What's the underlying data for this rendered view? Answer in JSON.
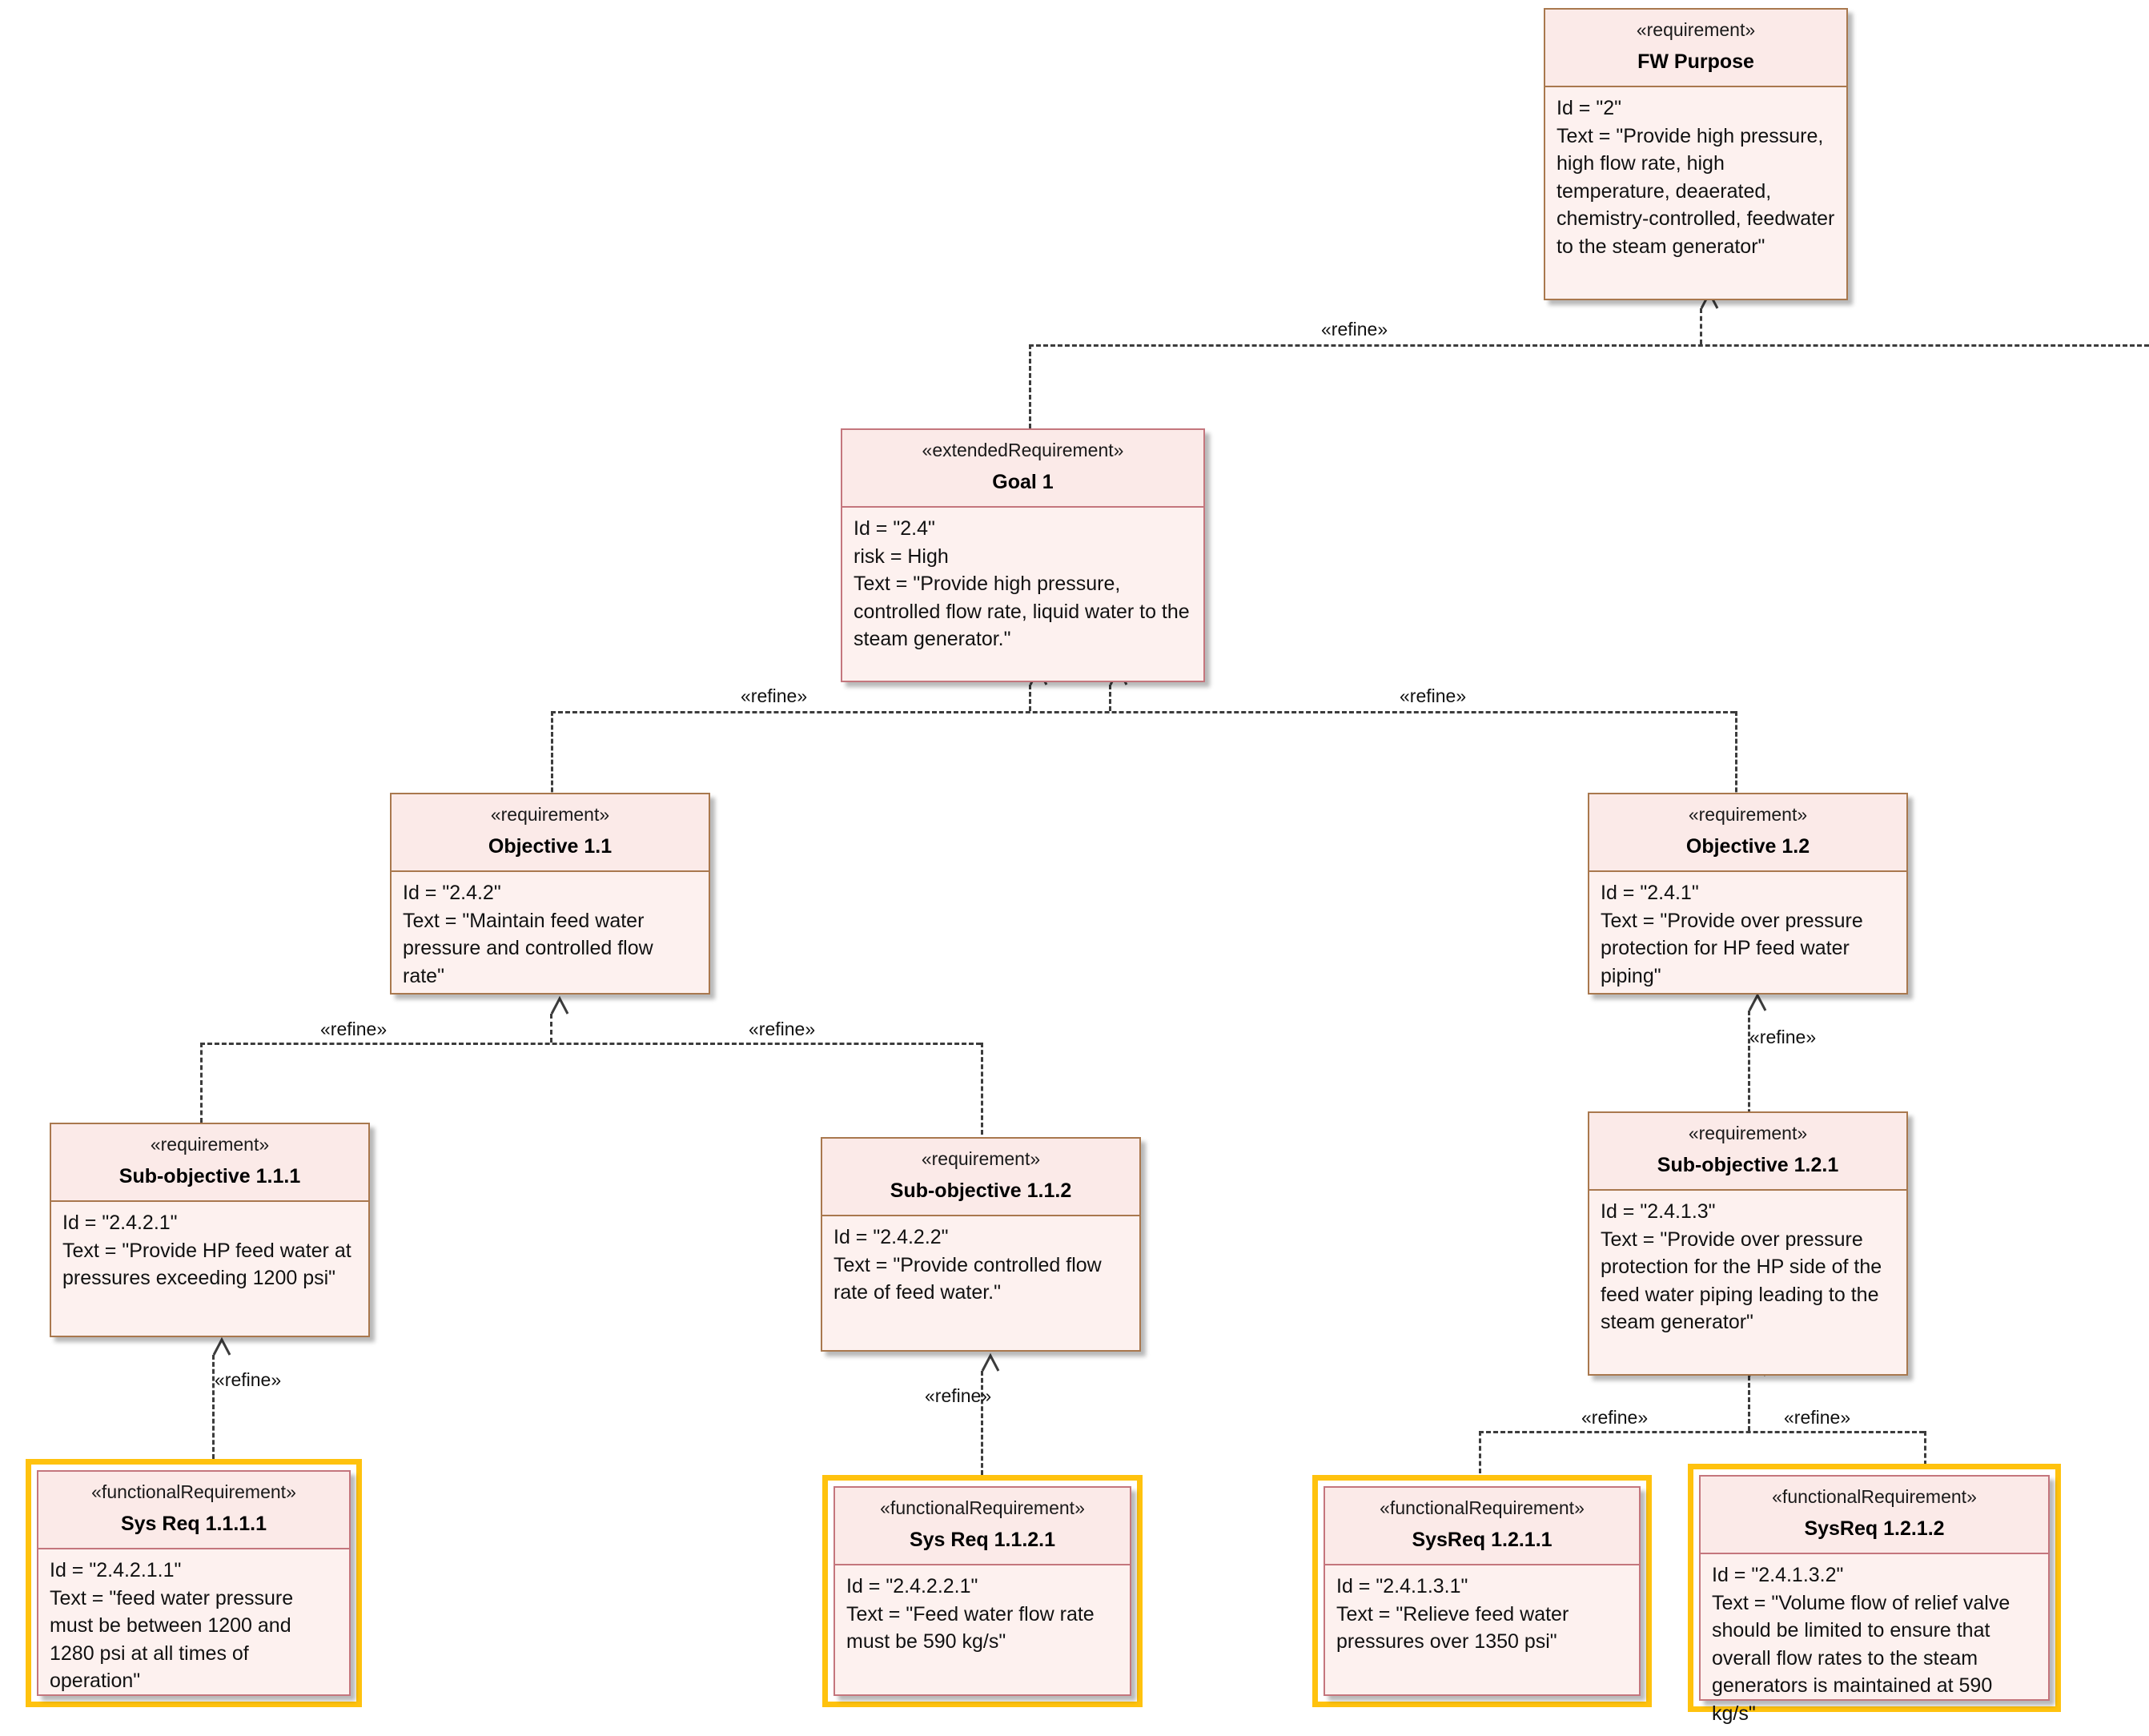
{
  "diagram": {
    "type": "sysml-requirement-diagram",
    "relationship_label": "«refine»",
    "colors": {
      "node_fill": "#fdf1ef",
      "header_fill": "#fbeae8",
      "brown_border": "#a9784e",
      "red_border": "#c4767d",
      "selection_highlight": "#ffc20e",
      "connector": "#3c3c3c"
    }
  },
  "nodes": {
    "fw_purpose": {
      "stereotype": "«requirement»",
      "title": "FW Purpose",
      "id_line": "Id = \"2\"",
      "text_line": "Text = \"Provide high pressure, high flow rate, high temperature, deaerated, chemistry-controlled, feedwater to the steam generator\""
    },
    "goal_1": {
      "stereotype": "«extendedRequirement»",
      "title": "Goal 1",
      "id_line": "Id = \"2.4\"",
      "risk_line": "risk = High",
      "text_line": "Text = \"Provide high pressure, controlled flow rate, liquid water to the steam generator.\""
    },
    "objective_1_1": {
      "stereotype": "«requirement»",
      "title": "Objective 1.1",
      "id_line": "Id = \"2.4.2\"",
      "text_line": "Text = \"Maintain feed water pressure and controlled flow rate\""
    },
    "objective_1_2": {
      "stereotype": "«requirement»",
      "title": "Objective 1.2",
      "id_line": "Id = \"2.4.1\"",
      "text_line": "Text = \"Provide over pressure protection for HP feed water piping\""
    },
    "sub_objective_1_1_1": {
      "stereotype": "«requirement»",
      "title": "Sub-objective 1.1.1",
      "id_line": "Id = \"2.4.2.1\"",
      "text_line": "Text = \"Provide HP feed water at pressures exceeding 1200 psi\""
    },
    "sub_objective_1_1_2": {
      "stereotype": "«requirement»",
      "title": "Sub-objective 1.1.2",
      "id_line": "Id = \"2.4.2.2\"",
      "text_line": "Text = \"Provide controlled flow rate of feed water.\""
    },
    "sub_objective_1_2_1": {
      "stereotype": "«requirement»",
      "title": "Sub-objective 1.2.1",
      "id_line": "Id = \"2.4.1.3\"",
      "text_line": "Text = \"Provide over pressure protection for the HP side of the feed water piping leading to the steam generator\""
    },
    "sys_req_1_1_1_1": {
      "stereotype": "«functionalRequirement»",
      "title": "Sys Req 1.1.1.1",
      "id_line": "Id = \"2.4.2.1.1\"",
      "text_line": "Text = \"feed water pressure must be between 1200 and 1280 psi at all times of operation\""
    },
    "sys_req_1_1_2_1": {
      "stereotype": "«functionalRequirement»",
      "title": "Sys Req 1.1.2.1",
      "id_line": "Id = \"2.4.2.2.1\"",
      "text_line": "Text = \"Feed water flow rate must be 590 kg/s\""
    },
    "sys_req_1_2_1_1": {
      "stereotype": "«functionalRequirement»",
      "title": "SysReq 1.2.1.1",
      "id_line": "Id = \"2.4.1.3.1\"",
      "text_line": "Text = \"Relieve feed water pressures over 1350 psi\""
    },
    "sys_req_1_2_1_2": {
      "stereotype": "«functionalRequirement»",
      "title": "SysReq 1.2.1.2",
      "id_line": "Id = \"2.4.1.3.2\"",
      "text_line": "Text = \"Volume flow of relief valve should be limited to ensure that overall flow rates to the steam generators is maintained at 590 kg/s\""
    }
  },
  "edges": [
    {
      "label": "«refine»",
      "from": "goal_1",
      "to": "fw_purpose"
    },
    {
      "label": "«refine»",
      "from": "objective_1_1",
      "to": "goal_1"
    },
    {
      "label": "«refine»",
      "from": "objective_1_2",
      "to": "goal_1"
    },
    {
      "label": "«refine»",
      "from": "sub_objective_1_1_1",
      "to": "objective_1_1"
    },
    {
      "label": "«refine»",
      "from": "sub_objective_1_1_2",
      "to": "objective_1_1"
    },
    {
      "label": "«refine»",
      "from": "sub_objective_1_2_1",
      "to": "objective_1_2"
    },
    {
      "label": "«refine»",
      "from": "sys_req_1_1_1_1",
      "to": "sub_objective_1_1_1"
    },
    {
      "label": "«refine»",
      "from": "sys_req_1_1_2_1",
      "to": "sub_objective_1_1_2"
    },
    {
      "label": "«refine»",
      "from": "sys_req_1_2_1_1",
      "to": "sub_objective_1_2_1"
    },
    {
      "label": "«refine»",
      "from": "sys_req_1_2_1_2",
      "to": "sub_objective_1_2_1"
    }
  ]
}
